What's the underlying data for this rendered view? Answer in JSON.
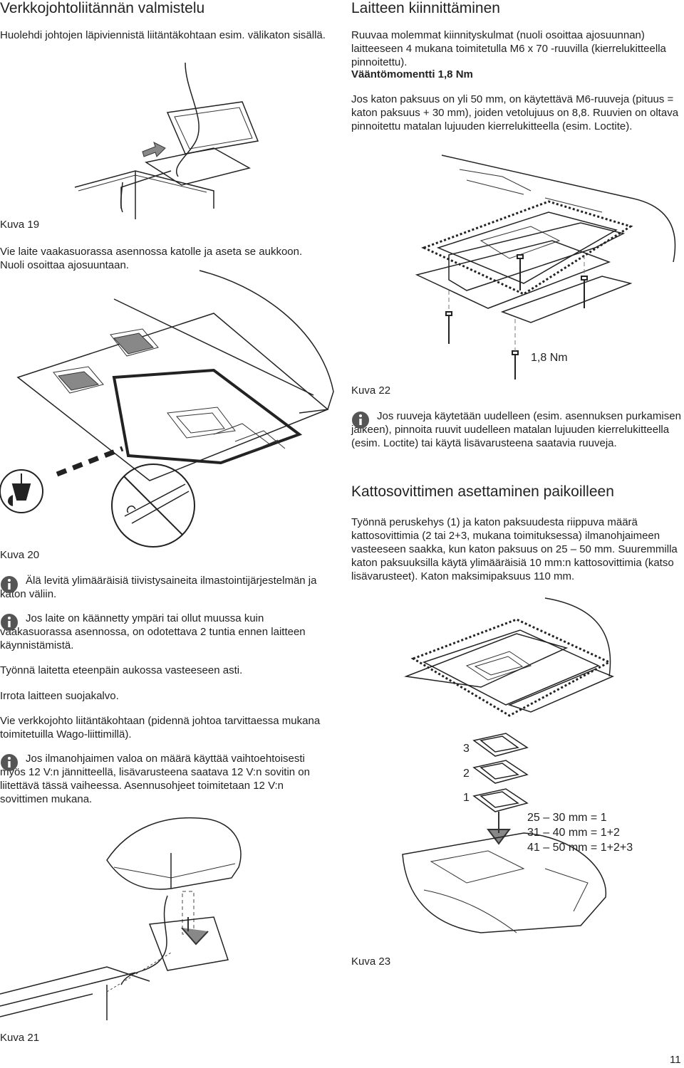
{
  "left": {
    "heading": "Verkkojohtoliitännän valmistelu",
    "intro": "Huolehdi johtojen läpiviennistä liitäntäkohtaan esim. välikaton sisällä.",
    "fig19_caption": "Kuva 19",
    "step_level": "Vie laite vaakasuorassa asennossa katolle ja aseta se aukkoon. Nuoli osoittaa ajosuuntaan.",
    "fig20_caption": "Kuva 20",
    "note_sealant": "Älä levitä ylimääräisiä tiivistysaineita ilmastointijärjestelmän ja katon väliin.",
    "note_wait": "Jos laite on käännetty ympäri tai ollut muussa kuin vaakasuorassa asennossa, on odotettava 2 tuntia ennen laitteen käynnistämistä.",
    "step_push": "Työnnä laitetta eteenpäin aukossa vasteeseen asti.",
    "step_remove": "Irrota laitteen suojakalvo.",
    "step_cable": "Vie verkkojohto liitäntäkohtaan (pidennä johtoa tarvittaessa mukana toimitetuilla Wago-liittimillä).",
    "note_12v": "Jos ilmanohjaimen valoa on määrä käyttää vaihtoehtoisesti myös 12 V:n jännitteellä, lisävarusteena saatava 12 V:n sovitin on liitettävä tässä vaiheessa. Asennusohjeet toimitetaan 12 V:n sovittimen mukana.",
    "fig21_caption": "Kuva 21"
  },
  "right": {
    "heading": "Laitteen kiinnittäminen",
    "intro": "Ruuvaa molemmat kiinnityskulmat (nuoli osoittaa ajosuunnan) laitteeseen 4 mukana toimitetulla M6 x 70 -ruuvilla (kierrelukitteella pinnoitettu).",
    "torque": "Vääntömomentti 1,8 Nm",
    "thick_roof": "Jos katon paksuus on yli 50 mm, on käytettävä M6-ruuveja (pituus = katon paksuus + 30 mm), joiden vetolujuus on 8,8. Ruuvien on oltava pinnoitettu matalan lujuuden kierrelukitteella (esim. Loctite).",
    "fig22_torque_label": "1,8 Nm",
    "fig22_caption": "Kuva 22",
    "note_reuse": "Jos ruuveja käytetään uudelleen (esim. asennuksen purkamisen jälkeen), pinnoita ruuvit uudelleen matalan lujuuden kierrelukitteella (esim. Loctite) tai käytä lisävarusteena saatavia ruuveja.",
    "heading2": "Kattosovittimen asettaminen paikoilleen",
    "adapter_text": "Työnnä peruskehys (1) ja katon paksuudesta riippuva määrä kattosovittimia (2 tai 2+3, mukana toimituksessa) ilmanohjaimeen vasteeseen saakka, kun katon paksuus on 25 – 50 mm. Suuremmilla katon paksuuksilla käytä ylimääräisiä 10 mm:n kattosovittimia (katso lisävarusteet). Katon maksimipaksuus 110 mm.",
    "frame_labels": [
      "3",
      "2",
      "1"
    ],
    "thickness_table": [
      "25 – 30 mm = 1",
      "31 – 40 mm = 1+2",
      "41 – 50 mm = 1+2+3"
    ],
    "fig23_caption": "Kuva 23"
  },
  "page_number": "11"
}
